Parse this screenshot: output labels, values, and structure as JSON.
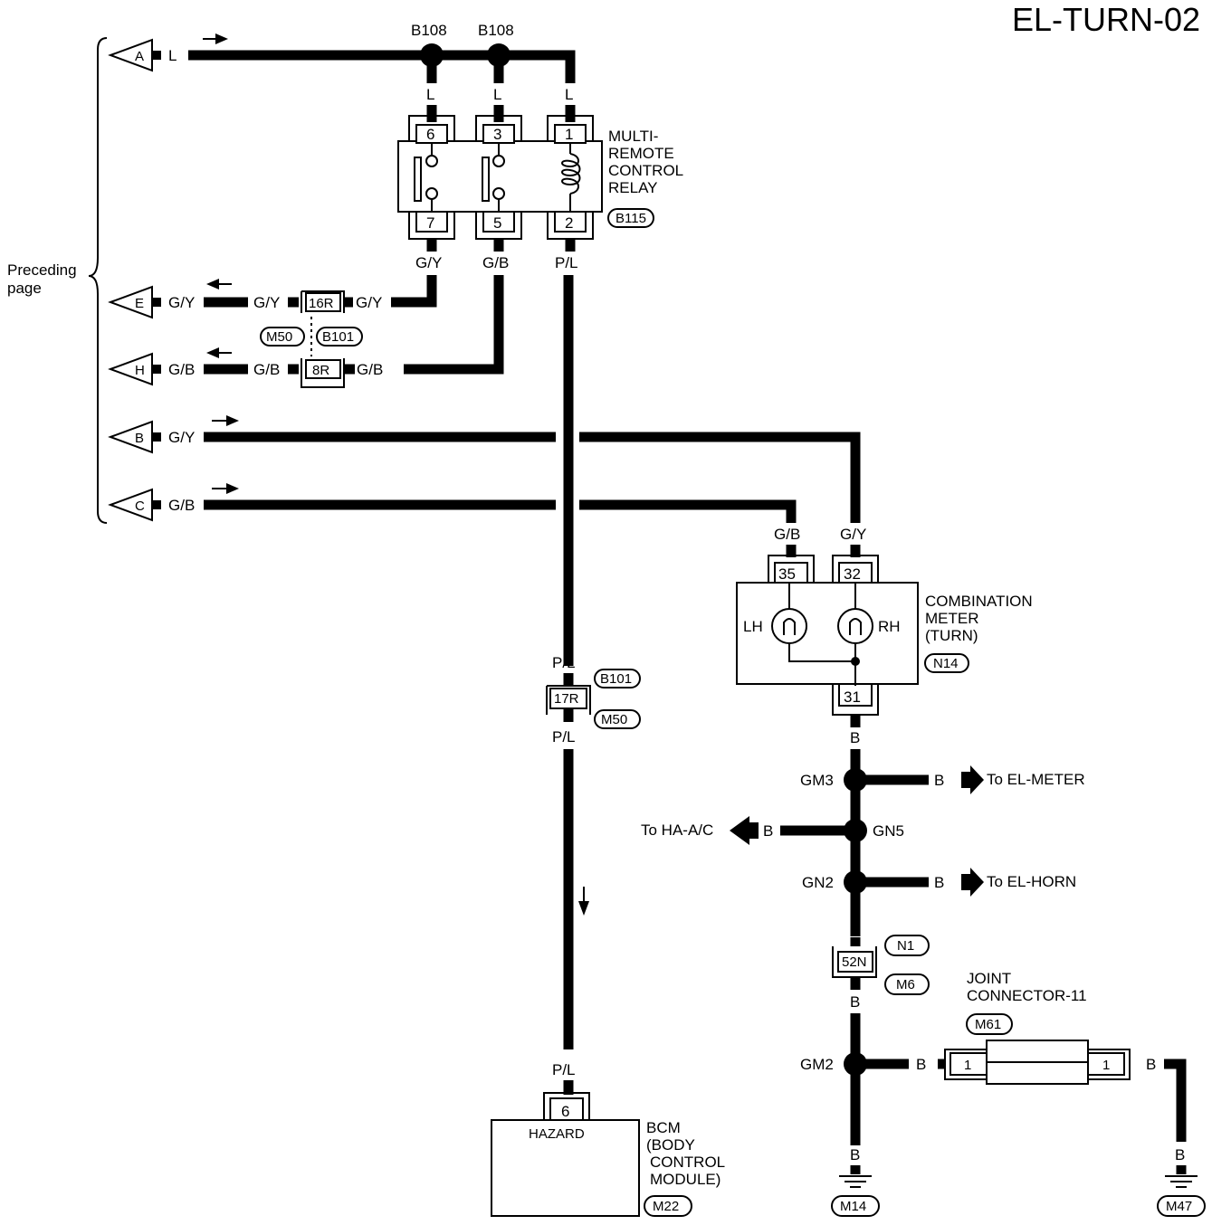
{
  "title": "EL-TURN-02",
  "preceding_page": [
    "Preceding",
    "page"
  ],
  "terminals": {
    "a": "A",
    "e": "E",
    "h": "H",
    "b": "B",
    "c": "C"
  },
  "wire_colors": {
    "l": "L",
    "gy": "G/Y",
    "gb": "G/B",
    "pl": "P/L",
    "b": "B"
  },
  "splices": {
    "b108": "B108",
    "gm3": "GM3",
    "gn5": "GN5",
    "gn2": "GN2",
    "gm2": "GM2"
  },
  "relay": {
    "name": [
      "MULTI-",
      "REMOTE",
      "CONTROL",
      "RELAY"
    ],
    "connector": "B115",
    "pins_top": [
      "6",
      "3",
      "1"
    ],
    "pins_bottom": [
      "7",
      "5",
      "2"
    ]
  },
  "inline_connectors": {
    "c16r": "16R",
    "c8r": "8R",
    "c17r": "17R",
    "c52n": "52N",
    "m50": "M50",
    "b101": "B101",
    "n1": "N1",
    "m6": "M6"
  },
  "meter": {
    "name": [
      "COMBINATION",
      "METER",
      "(TURN)"
    ],
    "connector": "N14",
    "pins": [
      "35",
      "32",
      "31"
    ],
    "lh": "LH",
    "rh": "RH"
  },
  "refs": {
    "el_meter": "To EL-METER",
    "ha_ac": "To HA-A/C",
    "el_horn": "To EL-HORN"
  },
  "joint_connector": {
    "name": [
      "JOINT",
      "CONNECTOR-11"
    ],
    "connector": "M61",
    "pin": "1"
  },
  "bcm": {
    "name": [
      "BCM",
      "(BODY",
      "CONTROL",
      "MODULE)"
    ],
    "connector": "M22",
    "pin": "6",
    "label": "HAZARD"
  },
  "grounds": [
    "M14",
    "M47"
  ]
}
